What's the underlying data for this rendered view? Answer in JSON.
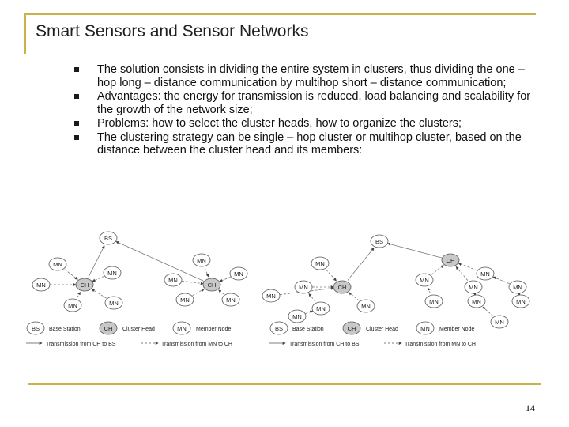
{
  "slide": {
    "title": "Smart Sensors and Sensor Networks",
    "bullets": [
      "The solution consists in dividing the entire system in clusters, thus dividing the one – hop long – distance communication by multihop short – distance communication;",
      "Advantages: the energy for transmission is reduced, load balancing and scalability for the growth of the network size;",
      "Problems: how to select the cluster heads, how to organize the clusters;",
      "The clustering strategy can be single – hop cluster or multihop cluster, based on the distance between the cluster head and its members:"
    ],
    "page_number": "14"
  },
  "diagram": {
    "node_labels": {
      "bs": "BS",
      "ch": "CH",
      "mn": "MN"
    },
    "legend": {
      "base_station": "Base Station",
      "cluster_head": "Cluster Head",
      "member_node": "Member Node",
      "tx_ch_bs": "Transmission from CH to BS",
      "tx_mn_ch": "Transmission from MN to CH"
    },
    "colors": {
      "ch_fill": "#c8c8c8",
      "node_stroke": "#555555",
      "accent": "#c9b24a"
    }
  }
}
